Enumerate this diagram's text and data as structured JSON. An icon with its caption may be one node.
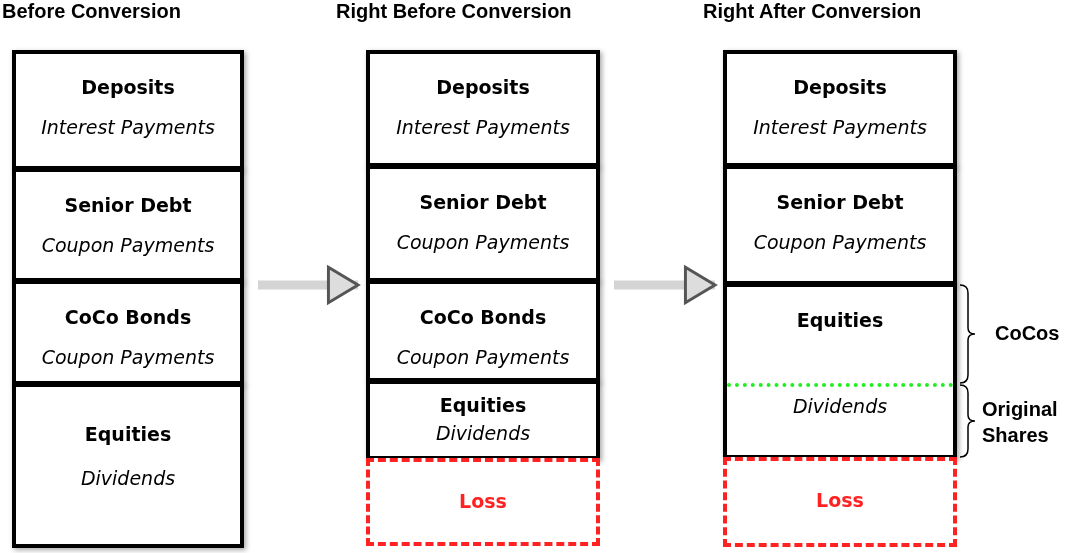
{
  "diagram": {
    "nodes": [
      {
        "text": [
          "Before Conversion"
        ]
      },
      {
        "text": [
          "Deposits",
          "Interest Payments"
        ],
        "in": 0
      },
      {
        "text": [
          "Senior Debt",
          "Coupon Payments"
        ],
        "in": 0
      },
      {
        "text": [
          "CoCo Bonds",
          "Coupon Payments"
        ],
        "in": 0
      },
      {
        "text": [
          "Equities",
          "Dividends"
        ],
        "in": 0
      },
      {
        "text": [
          "Right Before Conversion"
        ]
      },
      {
        "text": [
          "Deposits",
          "Interest Payments"
        ],
        "in": 5
      },
      {
        "text": [
          "Senior Debt",
          "Coupon Payments"
        ],
        "in": 5
      },
      {
        "text": [
          "CoCo Bonds",
          "Coupon Payments"
        ],
        "in": 5
      },
      {
        "text": [
          "Equities",
          "Dividends"
        ],
        "in": 5
      },
      {
        "text": [
          "Loss"
        ],
        "in": 5
      },
      {
        "text": [
          "Right After Conversion"
        ]
      },
      {
        "text": [
          "Deposits",
          "Interest Payments"
        ],
        "in": 11
      },
      {
        "text": [
          "Senior Debt",
          "Coupon Payments"
        ],
        "in": 11
      },
      {
        "text": [
          "Equities",
          "Dividends"
        ],
        "in": 11
      },
      {
        "text": [
          "Loss"
        ],
        "in": 11
      }
    ],
    "edges": [
      {
        "from": 0,
        "to": 5,
        "arrow": "to"
      },
      {
        "from": 5,
        "to": 11,
        "arrow": "to"
      }
    ],
    "labels": [
      "CoCos",
      "Original Shares"
    ]
  }
}
